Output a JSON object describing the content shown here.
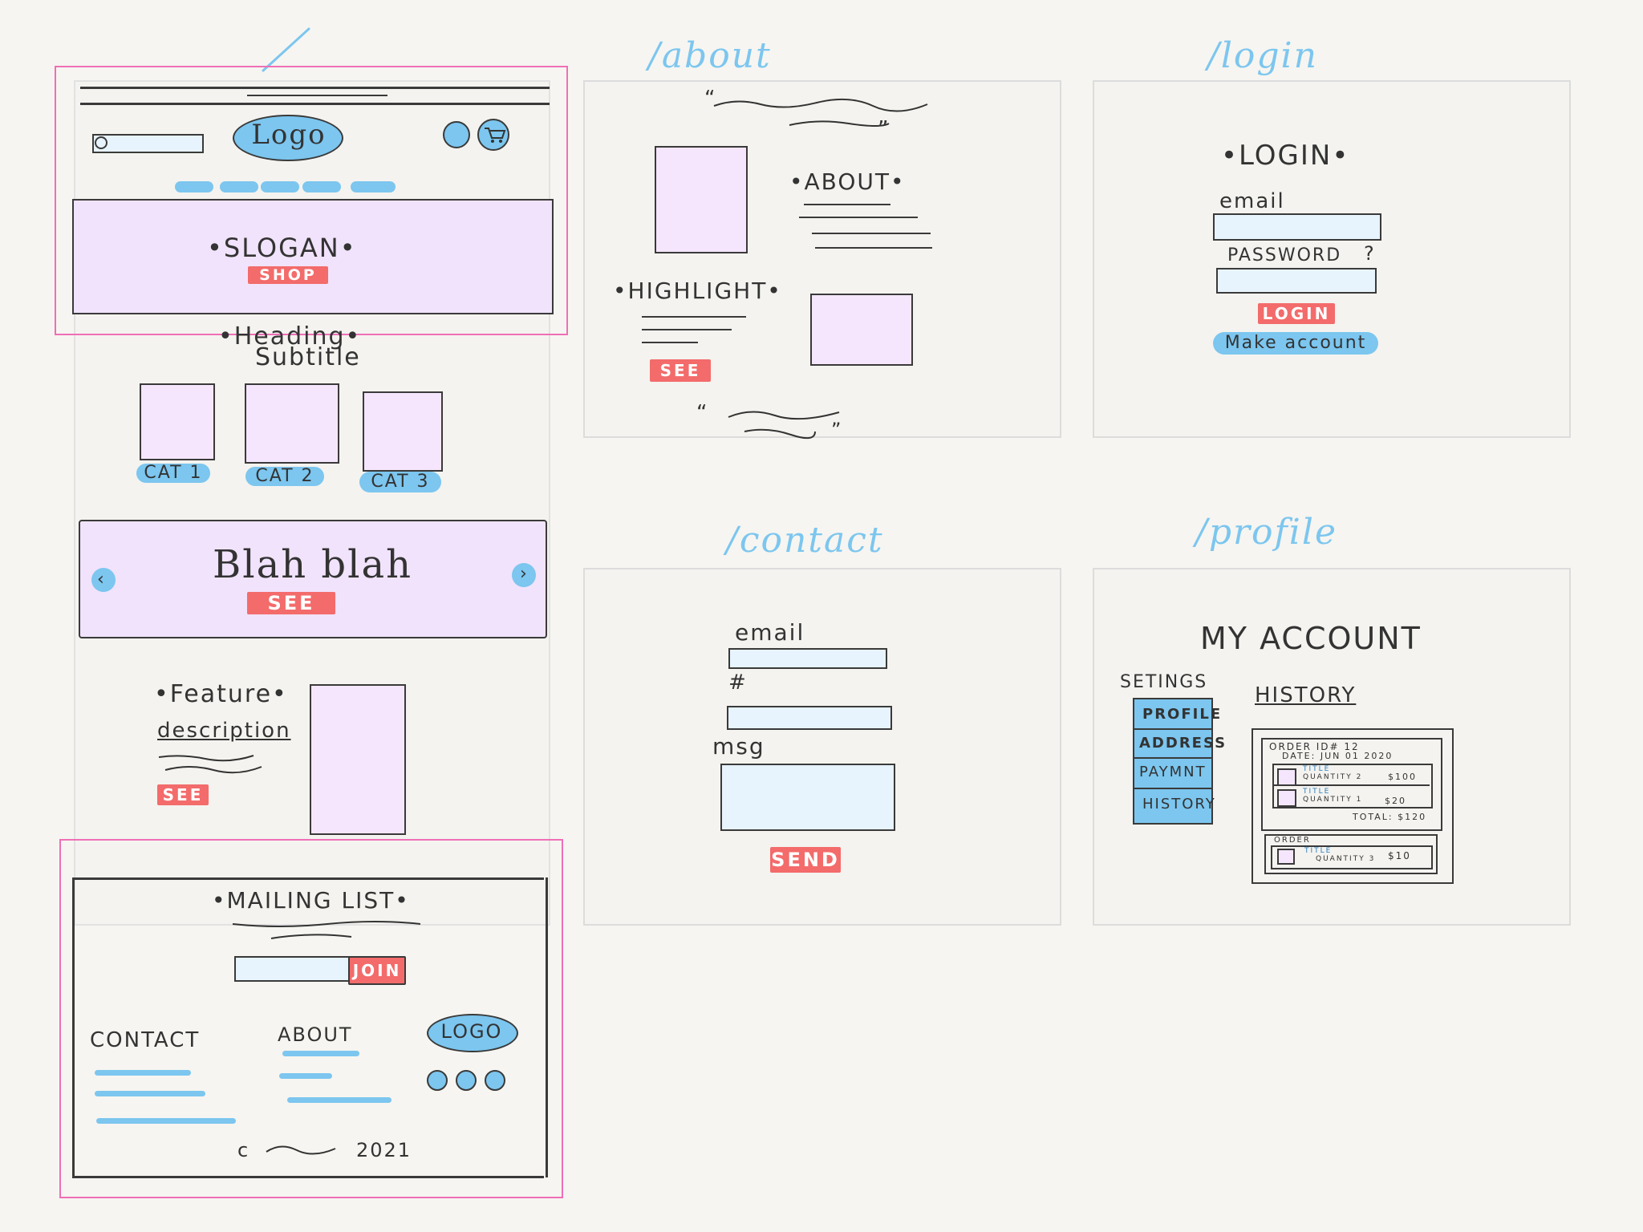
{
  "routes": {
    "home": "/",
    "about": "/about",
    "login": "/login",
    "contact": "/contact",
    "profile": "/profile"
  },
  "home": {
    "logo": "Logo",
    "slogan": "•SLOGAN•",
    "shop_button": "SHOP",
    "heading": "•Heading•",
    "subtitle": "Subtitle",
    "categories": [
      "CAT 1",
      "CAT 2",
      "CAT 3"
    ],
    "carousel_text": "Blah blah",
    "carousel_button": "SEE",
    "feature_title": "•Feature•",
    "feature_desc": "description",
    "feature_button": "SEE",
    "mailing_title": "•MAILING LIST•",
    "join_button": "JOIN",
    "footer_contact": "CONTACT",
    "footer_about": "ABOUT",
    "footer_logo": "LOGO",
    "copyright_year": "2021"
  },
  "about": {
    "quote_open": "“",
    "quote_close": "”",
    "about_title": "•ABOUT•",
    "highlight_title": "•HIGHLIGHT•",
    "see_button": "SEE"
  },
  "login": {
    "title": "•LOGIN•",
    "email_label": "email",
    "password_label": "PASSWORD",
    "question_mark": "?",
    "login_button": "LOGIN",
    "make_account": "Make account"
  },
  "contact": {
    "email_label": "email",
    "number_label": "#",
    "msg_label": "msg",
    "send_button": "SEND"
  },
  "profile": {
    "title": "MY ACCOUNT",
    "settings_label": "SETINGS",
    "history_label": "HISTORY",
    "menu": [
      "PROFILE",
      "ADDRESS",
      "PAYMNT",
      "HISTORY"
    ],
    "order1": {
      "id": "ORDER ID# 12",
      "date": "DATE: JUN 01 2020",
      "items": [
        {
          "title": "TITLE",
          "qty": "QUANTITY 2",
          "price": "$100"
        },
        {
          "title": "TITLE",
          "qty": "QUANTITY 1",
          "price": "$20"
        }
      ],
      "total": "TOTAL: $120"
    },
    "order2": {
      "id": "ORDER",
      "items": [
        {
          "title": "TITLE",
          "qty": "QUANTITY 3",
          "price": "$10"
        }
      ]
    }
  },
  "colors": {
    "accent_blue": "#7cc6ef",
    "accent_red": "#f36b6b",
    "image_fill": "#f5e6fd",
    "field_fill": "#e7f3fd",
    "highlight_pink": "#ef6fb6"
  }
}
